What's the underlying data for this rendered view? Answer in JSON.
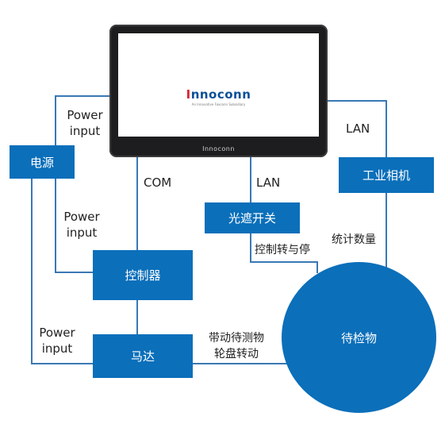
{
  "monitor": {
    "brand_prefix": "I",
    "brand_rest": "nnoconn",
    "tagline": "An Innovative Foxconn Subsidiary",
    "bezel_logo": "Innoconn"
  },
  "nodes": {
    "power_supply": "电源",
    "controller": "控制器",
    "motor": "马达",
    "photo_switch": "光遮开关",
    "industrial_camera": "工业相机",
    "test_object": "待检物"
  },
  "edge_labels": {
    "power_input_monitor": [
      "Power",
      "input"
    ],
    "power_input_controller": [
      "Power",
      "input"
    ],
    "power_input_motor": [
      "Power",
      "input"
    ],
    "com": "COM",
    "lan_switch": "LAN",
    "lan_camera": "LAN",
    "control_rotate_stop": "控制转与停",
    "count_quantity": "统计数量",
    "drive_turntable": [
      "带动待测物",
      "轮盘转动"
    ]
  },
  "colors": {
    "node_fill": "#0b6fba",
    "line": "#3a78b5"
  }
}
